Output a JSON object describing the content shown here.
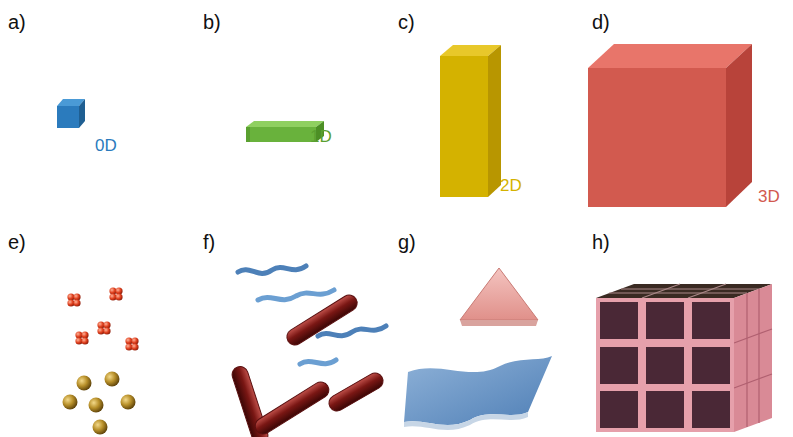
{
  "diagram": {
    "labels": [
      "a)",
      "b)",
      "c)",
      "d)",
      "0D",
      "1D",
      "2D",
      "3D",
      "e)",
      "f)",
      "g)",
      "h)"
    ]
  }
}
